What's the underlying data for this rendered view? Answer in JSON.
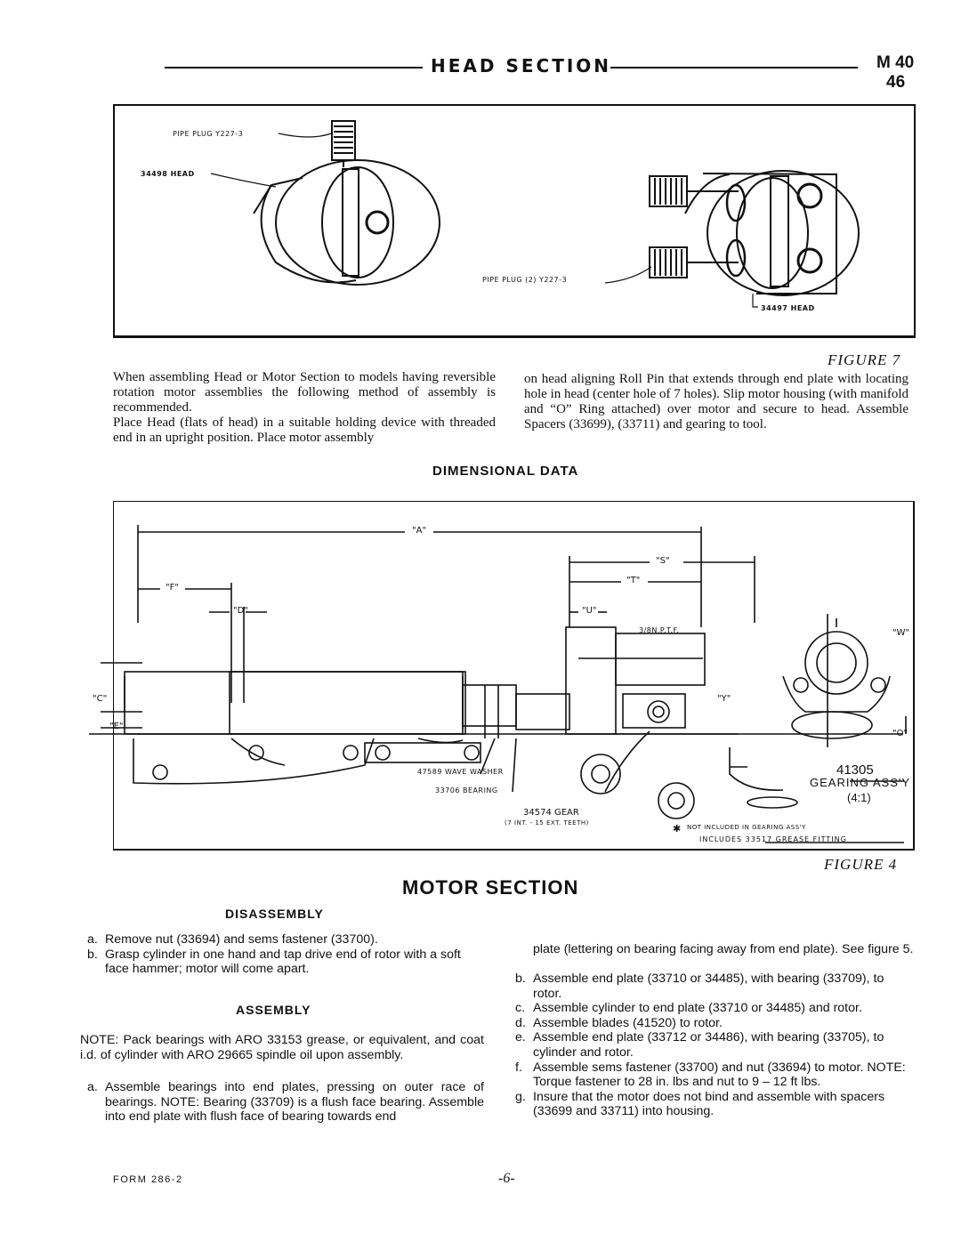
{
  "header": {
    "title": "HEAD SECTION",
    "model": "M 40",
    "page_number": "46"
  },
  "figure7": {
    "caption": "FIGURE 7",
    "labels": {
      "pipe_plug_top": "PIPE PLUG Y227-3",
      "head_left": "34498 HEAD",
      "pipe_plug_right": "PIPE PLUG (2) Y227-3",
      "head_right": "34497 HEAD"
    }
  },
  "head_text": {
    "left": "When assembling Head or Motor Section to models having reversible rotation motor assemblies the following method of assembly is recommended.\nPlace Head (flats of head) in a suitable holding device with threaded end in an upright position. Place motor assembly",
    "right": "on head aligning Roll Pin that extends through end plate with locating hole in head (center hole of 7 holes). Slip motor housing (with manifold and “O” Ring attached) over motor and secure to head. Assemble Spacers (33699), (33711) and gearing to tool."
  },
  "dimensional": {
    "heading": "DIMENSIONAL DATA",
    "caption": "FIGURE 4",
    "dims": {
      "a": "\"A\"",
      "s": "\"S\"",
      "t": "\"T\"",
      "u": "\"U\"",
      "f": "\"F\"",
      "d": "\"D\"",
      "c": "\"C\"",
      "e": "\"E\"",
      "w": "\"W\"",
      "y": "\"Y\"",
      "o": "\"O\""
    },
    "labels": {
      "ptf": "3/8N.P.T.F.",
      "wave_washer": "47589 WAVE WASHER",
      "bearing": "33706 BEARING",
      "gear": "34574 GEAR",
      "gear_teeth": "(7 INT. - 15 EXT. TEETH)",
      "gearing_num": "41305",
      "gearing_assy": "GEARING ASS'Y",
      "ratio": "(4:1)",
      "star": "✱",
      "not_included": "NOT INCLUDED IN GEARING ASS'Y",
      "includes": "INCLUDES 33517 GREASE FITTING"
    }
  },
  "motor": {
    "title": "MOTOR SECTION",
    "disassembly_heading": "DISASSEMBLY",
    "disassembly": [
      {
        "letter": "a.",
        "text": "Remove nut (33694) and sems fastener (33700)."
      },
      {
        "letter": "b.",
        "text": "Grasp cylinder in one hand and tap drive end of rotor with a soft face hammer; motor will come apart."
      }
    ],
    "assembly_heading": "ASSEMBLY",
    "assembly_note": "NOTE: Pack bearings with ARO 33153 grease, or equivalent, and coat i.d. of cylinder with ARO 29665 spindle oil upon assembly.",
    "assembly_left": [
      {
        "letter": "a.",
        "text": "Assemble bearings into end plates, pressing on outer race of bearings. NOTE: Bearing (33709) is a flush face bearing. Assemble into end plate with flush face of bearing towards end"
      }
    ],
    "assembly_right_cont": "plate (lettering on bearing facing away from end plate). See figure 5.",
    "assembly_right": [
      {
        "letter": "b.",
        "text": "Assemble end plate (33710 or 34485), with bearing (33709), to rotor."
      },
      {
        "letter": "c.",
        "text": "Assemble cylinder to end plate (33710 or 34485) and rotor."
      },
      {
        "letter": "d.",
        "text": "Assemble blades (41520) to rotor."
      },
      {
        "letter": "e.",
        "text": "Assemble end plate (33712 or 34486), with bearing (33705), to cylinder and rotor."
      },
      {
        "letter": "f.",
        "text": "Assemble sems fastener (33700) and nut (33694) to motor. NOTE: Torque fastener to 28 in. lbs and nut to 9 – 12 ft lbs."
      },
      {
        "letter": "g.",
        "text": "Insure that the motor does not bind and assemble with spacers (33699 and 33711) into housing."
      }
    ]
  },
  "footer": {
    "form": "FORM 286-2",
    "page": "-6-"
  }
}
